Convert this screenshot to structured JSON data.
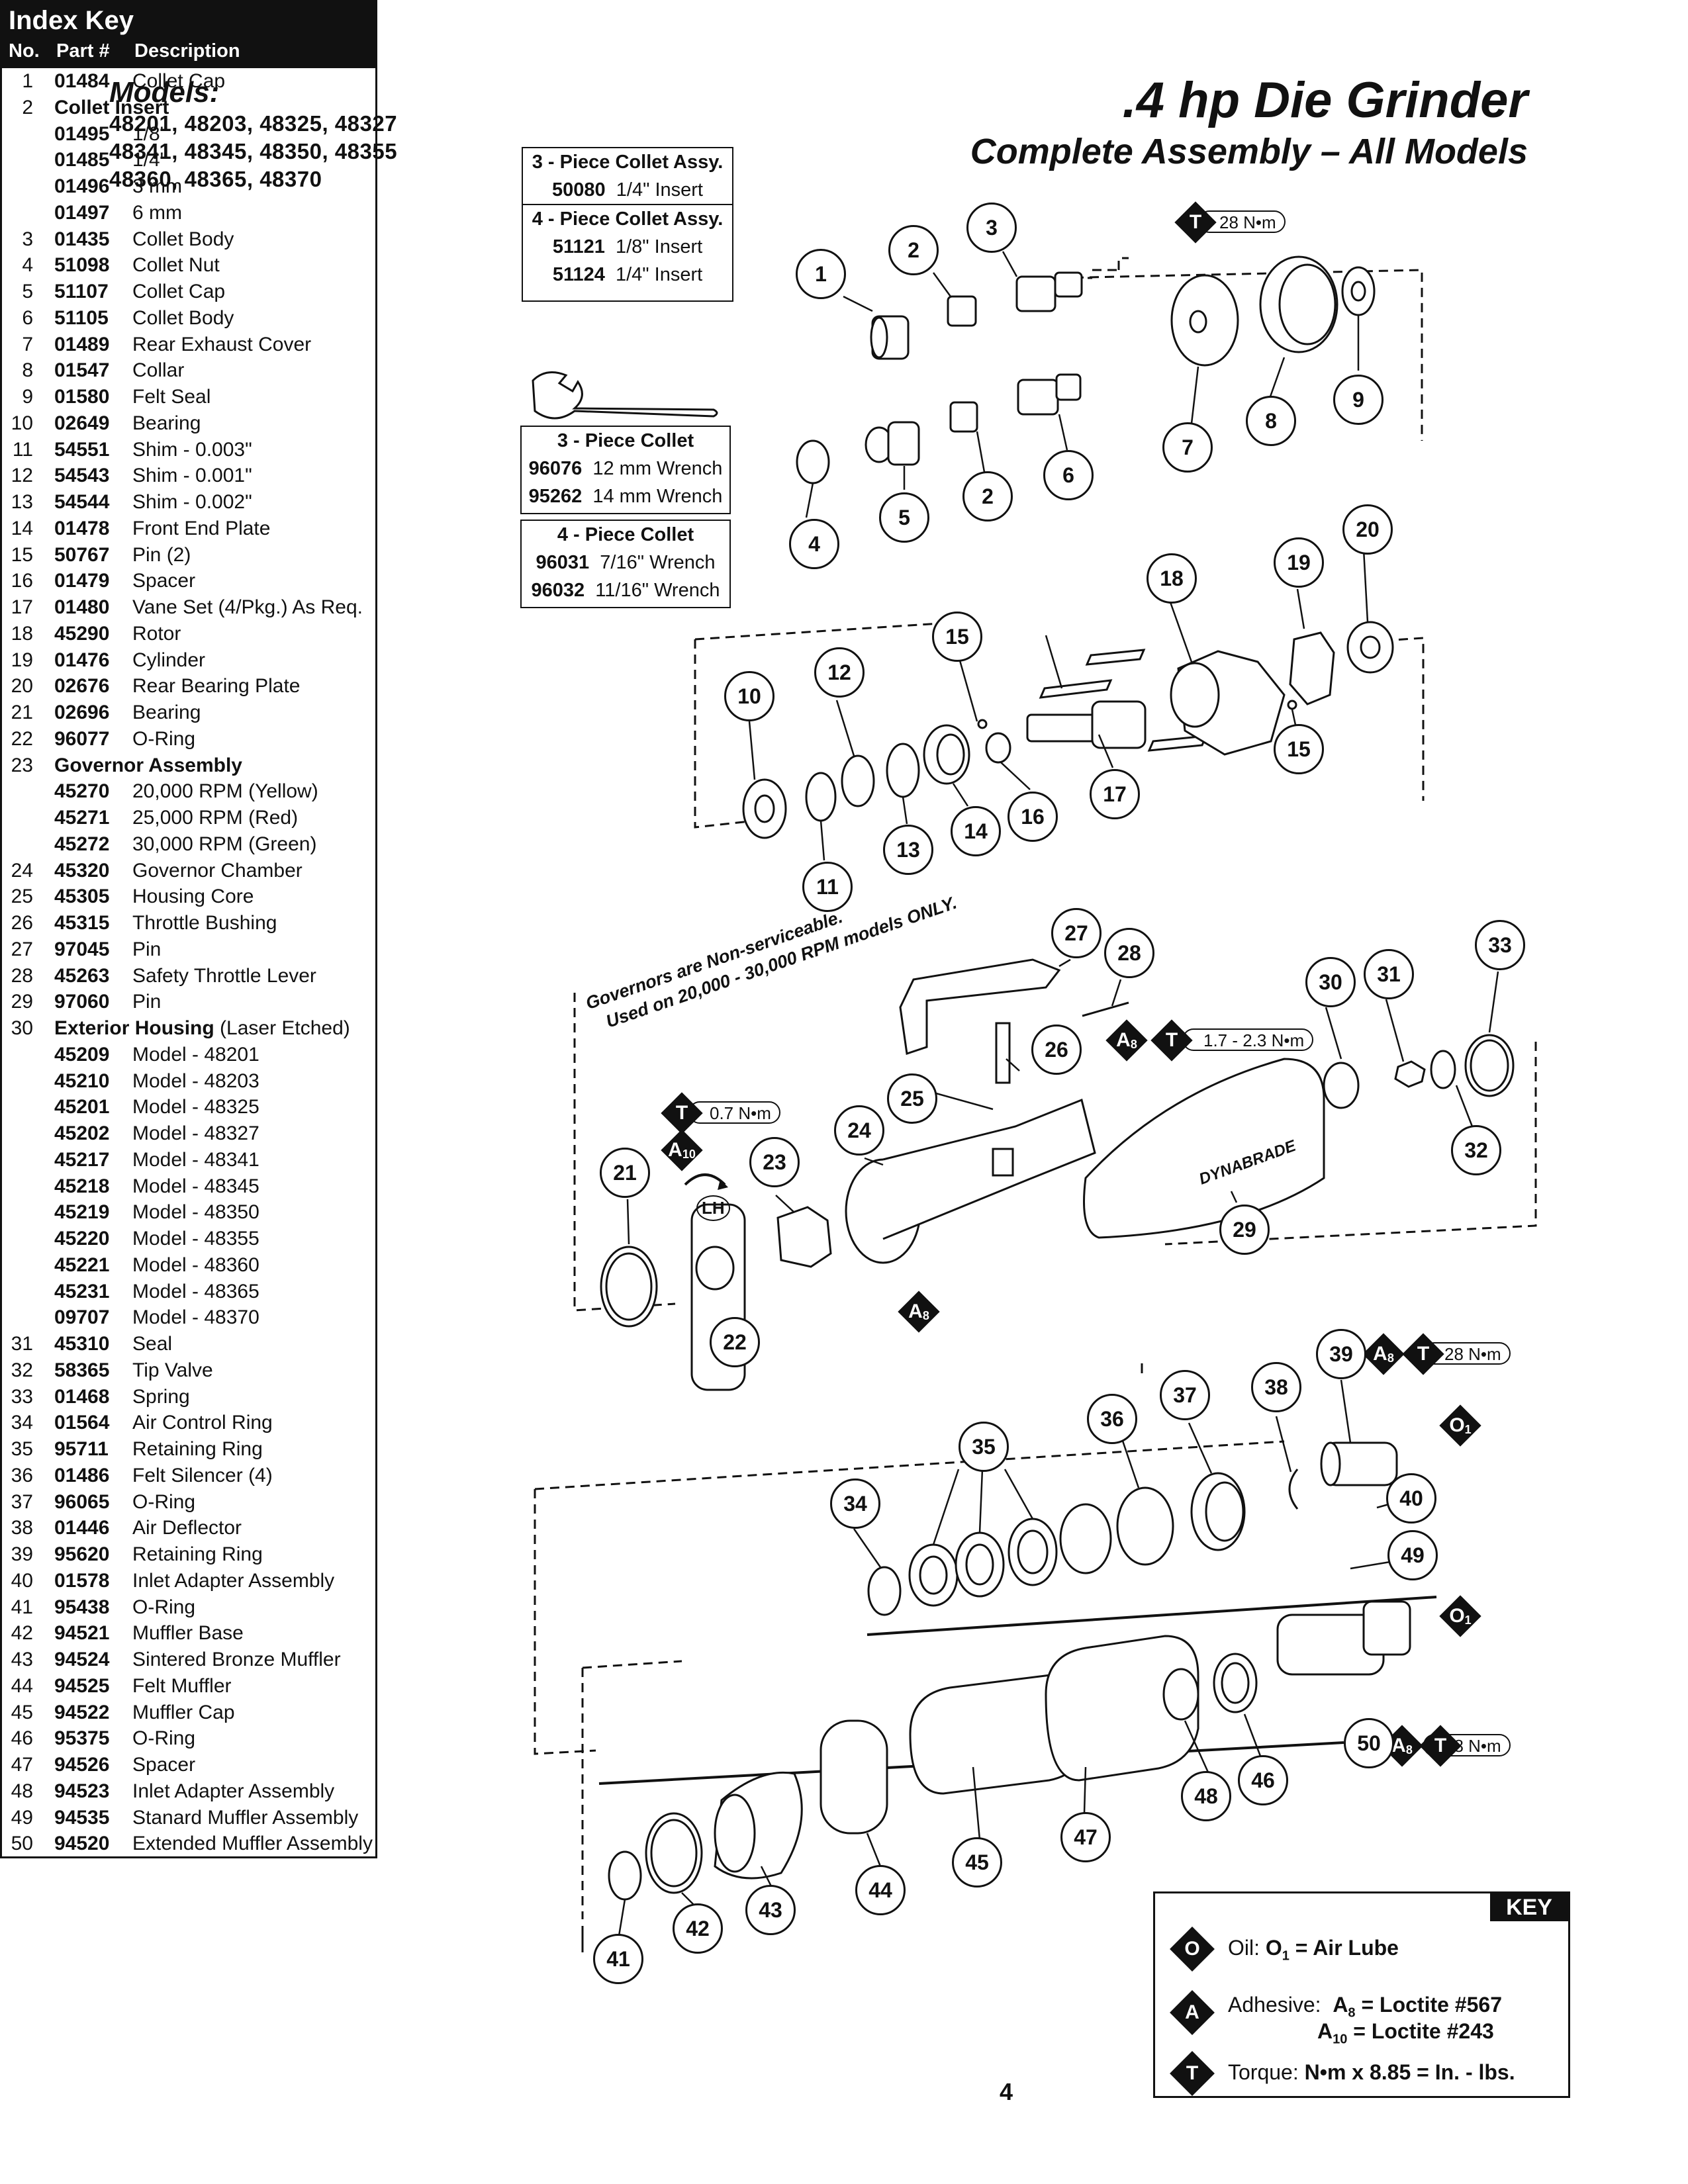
{
  "header": {
    "models_label": "Models:",
    "models_lines": [
      "48201, 48203, 48325, 48327",
      "48341, 48345, 48350, 48355",
      "48360, 48365, 48370"
    ],
    "title": ".4 hp Die Grinder",
    "subtitle": "Complete Assembly – All Models"
  },
  "index_key": {
    "title": "Index Key",
    "col_no": "No.",
    "col_part": "Part #",
    "col_desc": "Description",
    "rows": [
      {
        "no": "1",
        "part": "01484",
        "desc": "Collet Cap"
      },
      {
        "no": "2",
        "label": "Collet Insert"
      },
      {
        "no": "",
        "part": "01495",
        "desc": "1/8\""
      },
      {
        "no": "",
        "part": "01485",
        "desc": "1/4\""
      },
      {
        "no": "",
        "part": "01496",
        "desc": "3 mm"
      },
      {
        "no": "",
        "part": "01497",
        "desc": "6 mm"
      },
      {
        "no": "3",
        "part": "01435",
        "desc": "Collet Body"
      },
      {
        "no": "4",
        "part": "51098",
        "desc": "Collet Nut"
      },
      {
        "no": "5",
        "part": "51107",
        "desc": "Collet Cap"
      },
      {
        "no": "6",
        "part": "51105",
        "desc": "Collet Body"
      },
      {
        "no": "7",
        "part": "01489",
        "desc": "Rear Exhaust Cover"
      },
      {
        "no": "8",
        "part": "01547",
        "desc": "Collar"
      },
      {
        "no": "9",
        "part": "01580",
        "desc": "Felt Seal"
      },
      {
        "no": "10",
        "part": "02649",
        "desc": "Bearing"
      },
      {
        "no": "11",
        "part": "54551",
        "desc": "Shim - 0.003\""
      },
      {
        "no": "12",
        "part": "54543",
        "desc": "Shim - 0.001\""
      },
      {
        "no": "13",
        "part": "54544",
        "desc": "Shim - 0.002\""
      },
      {
        "no": "14",
        "part": "01478",
        "desc": "Front End Plate"
      },
      {
        "no": "15",
        "part": "50767",
        "desc": "Pin (2)"
      },
      {
        "no": "16",
        "part": "01479",
        "desc": "Spacer"
      },
      {
        "no": "17",
        "part": "01480",
        "desc": "Vane Set (4/Pkg.) As Req."
      },
      {
        "no": "18",
        "part": "45290",
        "desc": "Rotor"
      },
      {
        "no": "19",
        "part": "01476",
        "desc": "Cylinder"
      },
      {
        "no": "20",
        "part": "02676",
        "desc": "Rear Bearing Plate"
      },
      {
        "no": "21",
        "part": "02696",
        "desc": "Bearing"
      },
      {
        "no": "22",
        "part": "96077",
        "desc": "O-Ring"
      },
      {
        "no": "23",
        "label": "Governor Assembly"
      },
      {
        "no": "",
        "part": "45270",
        "desc": "20,000 RPM (Yellow)"
      },
      {
        "no": "",
        "part": "45271",
        "desc": "25,000 RPM (Red)"
      },
      {
        "no": "",
        "part": "45272",
        "desc": "30,000 RPM (Green)"
      },
      {
        "no": "24",
        "part": "45320",
        "desc": "Governor Chamber"
      },
      {
        "no": "25",
        "part": "45305",
        "desc": "Housing Core"
      },
      {
        "no": "26",
        "part": "45315",
        "desc": "Throttle Bushing"
      },
      {
        "no": "27",
        "part": "97045",
        "desc": "Pin"
      },
      {
        "no": "28",
        "part": "45263",
        "desc": "Safety Throttle Lever"
      },
      {
        "no": "29",
        "part": "97060",
        "desc": "Pin"
      },
      {
        "no": "30",
        "label": "Exterior Housing",
        "label_note": " (Laser Etched)"
      },
      {
        "no": "",
        "part": "45209",
        "desc": "Model - 48201"
      },
      {
        "no": "",
        "part": "45210",
        "desc": "Model - 48203"
      },
      {
        "no": "",
        "part": "45201",
        "desc": "Model - 48325"
      },
      {
        "no": "",
        "part": "45202",
        "desc": "Model - 48327"
      },
      {
        "no": "",
        "part": "45217",
        "desc": "Model - 48341"
      },
      {
        "no": "",
        "part": "45218",
        "desc": "Model - 48345"
      },
      {
        "no": "",
        "part": "45219",
        "desc": "Model - 48350"
      },
      {
        "no": "",
        "part": "45220",
        "desc": "Model - 48355"
      },
      {
        "no": "",
        "part": "45221",
        "desc": "Model - 48360"
      },
      {
        "no": "",
        "part": "45231",
        "desc": "Model - 48365"
      },
      {
        "no": "",
        "part": "09707",
        "desc": "Model - 48370"
      },
      {
        "no": "31",
        "part": "45310",
        "desc": "Seal"
      },
      {
        "no": "32",
        "part": "58365",
        "desc": "Tip Valve"
      },
      {
        "no": "33",
        "part": "01468",
        "desc": "Spring"
      },
      {
        "no": "34",
        "part": "01564",
        "desc": "Air Control Ring"
      },
      {
        "no": "35",
        "part": "95711",
        "desc": "Retaining Ring"
      },
      {
        "no": "36",
        "part": "01486",
        "desc": "Felt Silencer (4)"
      },
      {
        "no": "37",
        "part": "96065",
        "desc": "O-Ring"
      },
      {
        "no": "38",
        "part": "01446",
        "desc": "Air Deflector"
      },
      {
        "no": "39",
        "part": "95620",
        "desc": "Retaining Ring"
      },
      {
        "no": "40",
        "part": "01578",
        "desc": "Inlet Adapter Assembly"
      },
      {
        "no": "41",
        "part": "95438",
        "desc": "O-Ring"
      },
      {
        "no": "42",
        "part": "94521",
        "desc": "Muffler Base"
      },
      {
        "no": "43",
        "part": "94524",
        "desc": "Sintered Bronze Muffler"
      },
      {
        "no": "44",
        "part": "94525",
        "desc": "Felt Muffler"
      },
      {
        "no": "45",
        "part": "94522",
        "desc": "Muffler Cap"
      },
      {
        "no": "46",
        "part": "95375",
        "desc": "O-Ring"
      },
      {
        "no": "47",
        "part": "94526",
        "desc": "Spacer"
      },
      {
        "no": "48",
        "part": "94523",
        "desc": "Inlet Adapter Assembly"
      },
      {
        "no": "49",
        "part": "94535",
        "desc": "Stanard Muffler Assembly"
      },
      {
        "no": "50",
        "part": "94520",
        "desc": "Extended Muffler Assembly"
      }
    ]
  },
  "collet_boxes": {
    "three_piece_assy": {
      "title": "3 - Piece Collet Assy.",
      "lines": [
        {
          "part": "50080",
          "desc": "1/4\" Insert"
        }
      ]
    },
    "four_piece_assy": {
      "title": "4 - Piece Collet Assy.",
      "lines": [
        {
          "part": "51121",
          "desc": "1/8\" Insert"
        },
        {
          "part": "51124",
          "desc": "1/4\" Insert"
        }
      ]
    },
    "three_piece_wrench": {
      "title": "3 - Piece Collet",
      "lines": [
        {
          "part": "96076",
          "desc": "12 mm Wrench"
        },
        {
          "part": "95262",
          "desc": "14 mm Wrench"
        }
      ]
    },
    "four_piece_wrench": {
      "title": "4 - Piece Collet",
      "lines": [
        {
          "part": "96031",
          "desc": "7/16\" Wrench"
        },
        {
          "part": "96032",
          "desc": "11/16\" Wrench"
        }
      ]
    }
  },
  "annotations": {
    "governor_note_1": "Governors are Non-serviceable.",
    "governor_note_2": "Used on 20,000 - 30,000 RPM models ONLY.",
    "torque_28": "28 N•m",
    "torque_range": "1.7 - 2.3 N•m",
    "torque_07": "0.7 N•m",
    "lh": "LH",
    "brand": "DYNABRADE",
    "sym_T": "T",
    "sym_A": "A",
    "sym_O": "O",
    "sub_8": "8",
    "sub_10": "10",
    "sub_1": "1"
  },
  "callouts": [
    "1",
    "2",
    "3",
    "4",
    "5",
    "2",
    "6",
    "7",
    "8",
    "9",
    "10",
    "11",
    "12",
    "13",
    "14",
    "15",
    "15",
    "16",
    "17",
    "18",
    "19",
    "20",
    "21",
    "22",
    "23",
    "24",
    "25",
    "26",
    "27",
    "28",
    "29",
    "30",
    "31",
    "32",
    "33",
    "34",
    "35",
    "36",
    "37",
    "38",
    "39",
    "40",
    "49",
    "50",
    "48",
    "46",
    "47",
    "45",
    "44",
    "43",
    "42",
    "41",
    "35"
  ],
  "key": {
    "tag": "KEY",
    "oil_label": "Oil:",
    "oil_value": "= Air Lube",
    "adhesive_label": "Adhesive:",
    "adhesive_a8": "= Loctite #567",
    "adhesive_a10": "= Loctite #243",
    "torque_label": "Torque:",
    "torque_value": "N•m x 8.85 = In. - lbs."
  },
  "page_number": "4"
}
